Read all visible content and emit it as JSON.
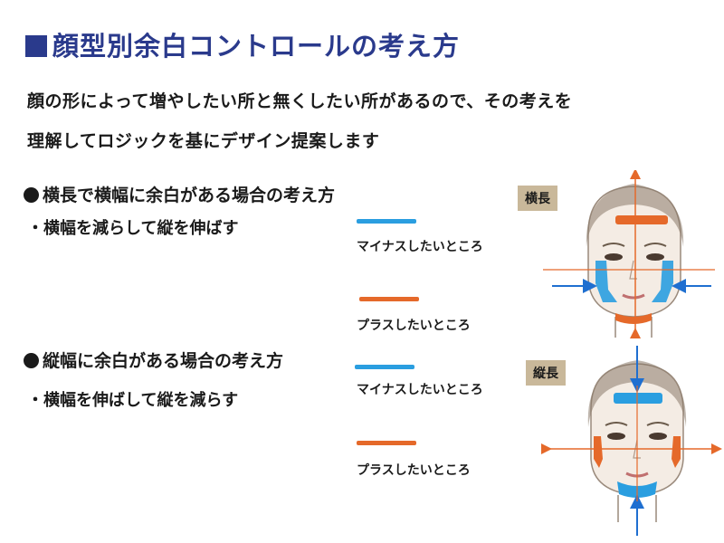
{
  "title": "■顔型別余白コントロールの考え方",
  "title_text": "顔型別余白コントロールの考え方",
  "intro": [
    "顔の形によって増やしたい所と無くしたい所があるので、その考えを",
    "理解してロジックを基にデザイン提案します"
  ],
  "section1": {
    "heading": "横長で横幅に余白がある場合の考え方",
    "bullet": "・横幅を減らして縦を伸ばす"
  },
  "section2": {
    "heading": "縦幅に余白がある場合の考え方",
    "bullet": "・横幅を伸ばして縦を減らす"
  },
  "legend": {
    "minus": "マイナスしたいところ",
    "plus": "プラスしたいところ"
  },
  "faces": {
    "wide_label": "横長",
    "long_label": "縦長"
  },
  "colors": {
    "title": "#2a3a8c",
    "minus": "#2a9ee0",
    "plus": "#e5692a",
    "tag_bg": "#c9b89a",
    "arrow_blue": "#1f6fd0"
  }
}
